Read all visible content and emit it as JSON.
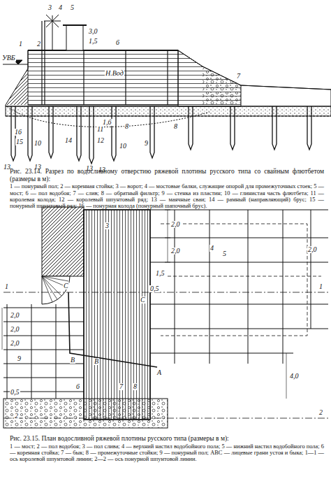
{
  "diagram": {
    "labels": [
      "УВБ",
      "1",
      "2",
      "3",
      "4",
      "5",
      "3,0",
      "1,5",
      "6",
      "Н.Вод",
      "7",
      "1,6",
      "16",
      "15",
      "10",
      "14",
      "11",
      "12",
      "13",
      "13",
      "13",
      "13",
      "10",
      "8",
      "9",
      "8",
      "Рис. 23.14. Разрез по водосливному отверстию ряжевой плотины русского типа со свайным флютбетом (размеры в м):",
      "1 — понурный пол; 2 — коренная стойка; 3 — ворот; 4 — мостовые балки, служащие опорой для промежуточных стоек; 5 — мост; 6 — пол водобоя; 7 — слив; 8 — обратный фильтр; 9 — стенка из пластин; 10 — глинистая часть флютбета; 11 — королевая колода; 12 — королевый шпунтовый ряд; 13 — маячные сваи; 14 — рамный (направляющий) брус; 15 — понурный шпунтовый ряд; 16 — понурная колода (понурный шапочный брус).",
      "3",
      "1",
      "1",
      "2",
      "2",
      "4",
      "5",
      "C",
      "C",
      "B",
      "B",
      "A",
      "6",
      "7",
      "8",
      "9",
      "2,0",
      "2,0",
      "1,5",
      "2,0",
      "0,5",
      "2,0",
      "2,0",
      "2,0",
      "0,5",
      "4,0",
      "Рис. 23.15. План водосливной ряжевой плотины русского типа (размеры в м):",
      "1 — мост; 2 — пол водобоя; 3 — пол слива; 4 — верхний настил водобойного пола; 5 — нижний настил водобойного пола; 6 — коренная стойка; 7 — бык; 8 — промежуточные стойки; 9 — понурный пол; ABC — лицевые грани устоя и быка; 1—1 — ось королевой шпунтовой линии; 2—2 — ось понурной шпунтовой линии."
    ]
  }
}
